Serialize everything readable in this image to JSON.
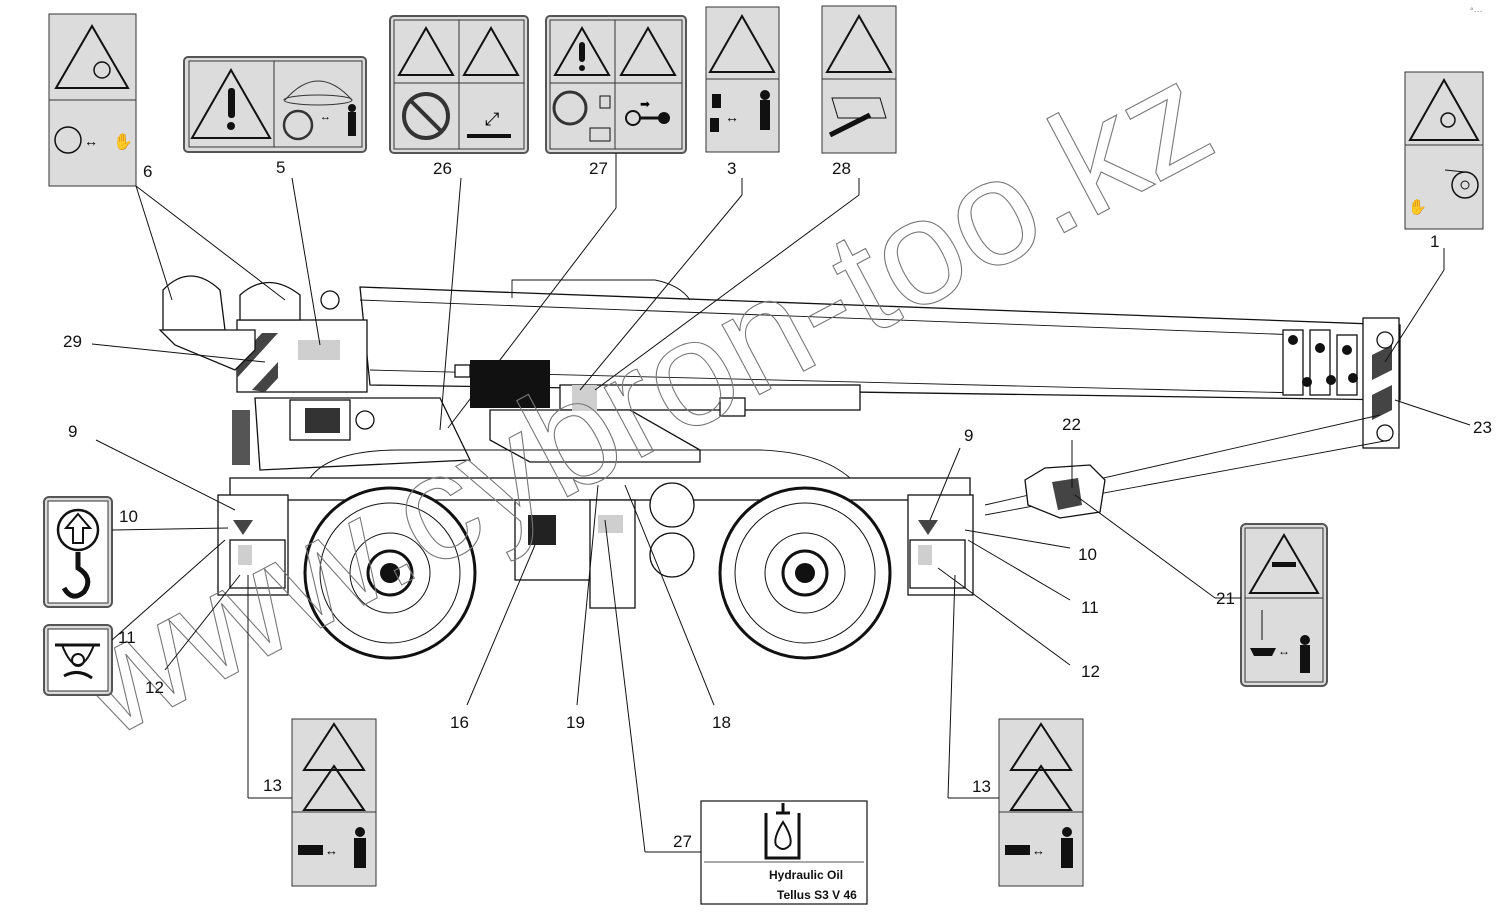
{
  "title": "Crane safety decal placement diagram",
  "watermark": "www.cybron-too.kz",
  "corner_mark": "°···",
  "callouts": [
    {
      "id": "c1",
      "label": "1",
      "decal": "Rotating parts hazard - keep hands away from belt/pulley"
    },
    {
      "id": "c3",
      "label": "3",
      "decal": "Crushing hazard - keep safe distance"
    },
    {
      "id": "c5",
      "label": "5",
      "decal": "General warning - keep away from crane swing radius"
    },
    {
      "id": "c6",
      "label": "6",
      "decal": "Winch drum entanglement hazard - keep hands away"
    },
    {
      "id": "c9a",
      "label": "9",
      "decal": "Chevron marking"
    },
    {
      "id": "c9b",
      "label": "9",
      "decal": "Chevron marking"
    },
    {
      "id": "c10a",
      "label": "10",
      "decal": "Lifting point"
    },
    {
      "id": "c10b",
      "label": "10",
      "decal": "Lifting point"
    },
    {
      "id": "c11a",
      "label": "11",
      "decal": "Tie-down point"
    },
    {
      "id": "c11b",
      "label": "11",
      "decal": "Tie-down point"
    },
    {
      "id": "c12a",
      "label": "12",
      "decal": "Outrigger marking"
    },
    {
      "id": "c12b",
      "label": "12",
      "decal": "Outrigger marking"
    },
    {
      "id": "c13a",
      "label": "13",
      "decal": "Outrigger crush hazard - keep distance"
    },
    {
      "id": "c13b",
      "label": "13",
      "decal": "Outrigger crush hazard - keep distance"
    },
    {
      "id": "c16",
      "label": "16",
      "decal": "Fuse panel"
    },
    {
      "id": "c18",
      "label": "18",
      "decal": "Tank marking"
    },
    {
      "id": "c19",
      "label": "19",
      "decal": "Tank marking"
    },
    {
      "id": "c21",
      "label": "21",
      "decal": "Suspended load hazard - keep distance"
    },
    {
      "id": "c22",
      "label": "22",
      "decal": "Hook block striping"
    },
    {
      "id": "c23",
      "label": "23",
      "decal": "Boom head striping"
    },
    {
      "id": "c26",
      "label": "26",
      "decal": "Hot surface / burn hazard"
    },
    {
      "id": "c27a",
      "label": "27",
      "decal": "Read manual, lockout, remove key"
    },
    {
      "id": "c27b",
      "label": "27",
      "decal": "Hydraulic oil fill"
    },
    {
      "id": "c28",
      "label": "28",
      "decal": "High pressure fluid injection hazard"
    },
    {
      "id": "c29",
      "label": "29",
      "decal": "Counterweight striping"
    }
  ],
  "hydraulic_decal": {
    "line1": "Hydraulic Oil",
    "line2": "Tellus S3 V 46"
  },
  "colors": {
    "decal_bg": "#dcdcdc",
    "ink": "#111111",
    "stripe": "#444444",
    "highlight": "#cfcfcf"
  }
}
